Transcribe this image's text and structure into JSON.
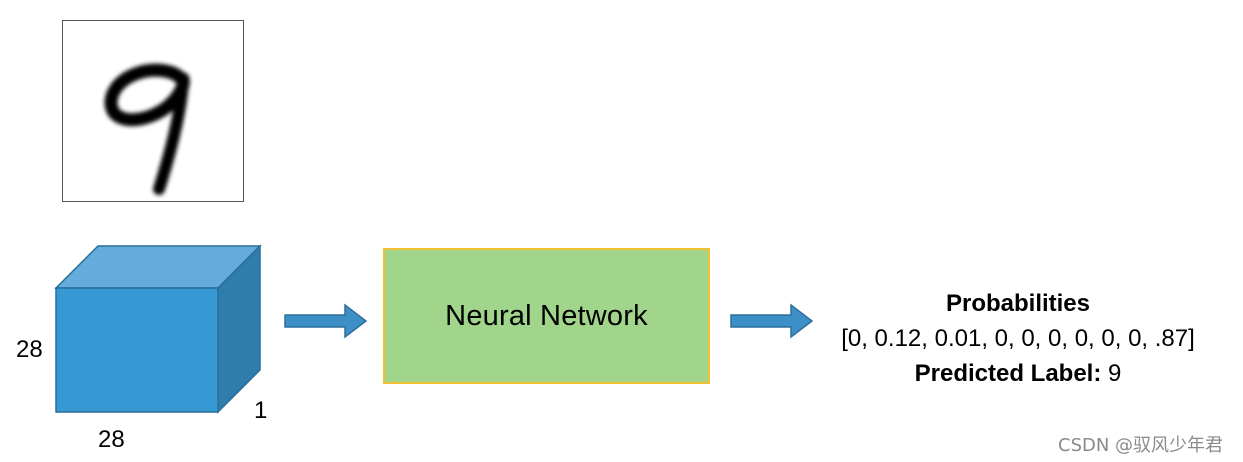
{
  "input": {
    "dims": {
      "height": "28",
      "width": "28",
      "depth": "1"
    }
  },
  "model": {
    "label": "Neural Network"
  },
  "output": {
    "title": "Probabilities",
    "vector": "[0, 0.12, 0.01, 0, 0, 0, 0, 0, 0, .87]",
    "prediction_key": "Predicted Label:",
    "prediction_value": " 9"
  },
  "colors": {
    "cube_front": "#3799d4",
    "cube_top": "#64acdc",
    "cube_side": "#2f7dab",
    "arrow_fill": "#3c8fc7",
    "nn_fill": "#a0d58b",
    "nn_border": "#f1c232"
  },
  "watermark": "CSDN @驭风少年君"
}
